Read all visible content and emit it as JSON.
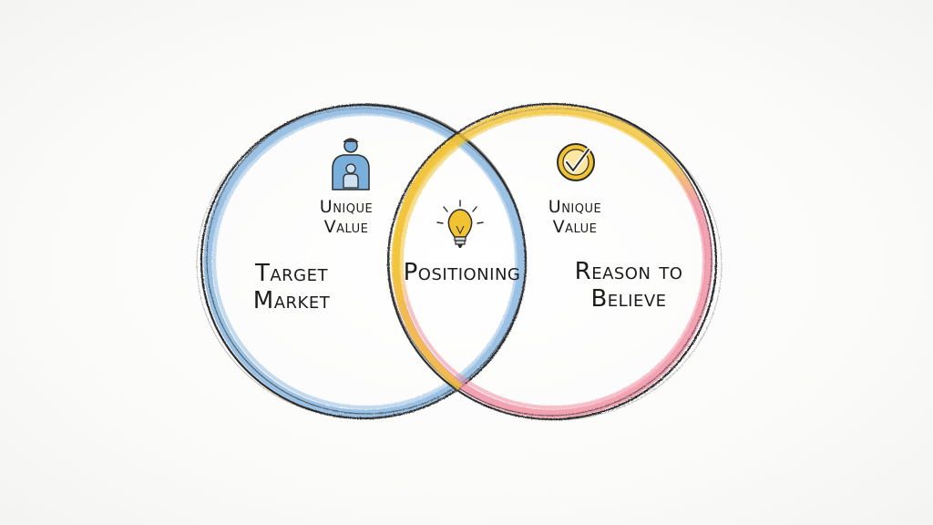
{
  "diagram": {
    "left_circle": {
      "label_line1": "Target",
      "label_line2": "Market",
      "top_label_line1": "Unique",
      "top_label_line2": "Value",
      "icon": "person-with-child-icon",
      "accent": "#7aaedb"
    },
    "intersection": {
      "label": "Positioning",
      "icon": "lightbulb-icon",
      "accent": "#f1c232"
    },
    "right_circle": {
      "label_line1": "Reason to",
      "label_line2": "Believe",
      "top_label_line1": "Unique",
      "top_label_line2": "Value",
      "icon": "checkmark-icon",
      "accent_top": "#f1c232",
      "accent_bottom": "#f08ca0"
    },
    "outline_color": "#2a2a2a"
  }
}
